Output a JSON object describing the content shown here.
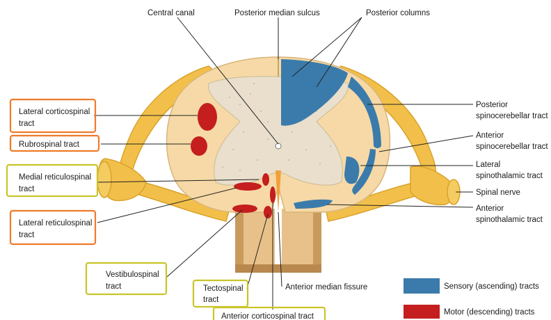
{
  "colors": {
    "sensory": "#3b7bab",
    "motor": "#c41e1e",
    "white_matter": "#f6d9a6",
    "gray_matter": "#e9e0cf",
    "nerve": "#f2c04a",
    "nerve_edge": "#d9a22a",
    "highlight_orange": "#f07a2a",
    "highlight_yellow": "#c9c42a"
  },
  "top_labels": {
    "central_canal": "Central canal",
    "posterior_median_sulcus": "Posterior median sulcus",
    "posterior_columns": "Posterior columns"
  },
  "left_labels": {
    "lateral_corticospinal": [
      "Lateral corticospinal",
      "tract"
    ],
    "rubrospinal": [
      "Rubrospinal tract"
    ],
    "medial_reticulospinal": [
      "Medial reticulospinal",
      "tract"
    ],
    "lateral_reticulospinal": [
      "Lateral reticulospinal",
      "tract"
    ],
    "vestibulospinal": [
      "Vestibulospinal",
      "tract"
    ],
    "tectospinal": [
      "Tectospinal",
      "tract"
    ],
    "anterior_corticospinal": [
      "Anterior corticospinal tract"
    ]
  },
  "right_labels": {
    "posterior_spinocerebellar": [
      "Posterior",
      "spinocerebellar tract"
    ],
    "anterior_spinocerebellar": [
      "Anterior",
      "spinocerebellar tract"
    ],
    "lateral_spinothalamic": [
      "Lateral",
      "spinothalamic tract"
    ],
    "spinal_nerve": [
      "Spinal nerve"
    ],
    "anterior_spinothalamic": [
      "Anterior",
      "spinothalamic tract"
    ],
    "anterior_median_fissure": [
      "Anterior median fissure"
    ]
  },
  "legend": {
    "sensory": "Sensory (ascending) tracts",
    "motor": "Motor (descending) tracts"
  }
}
